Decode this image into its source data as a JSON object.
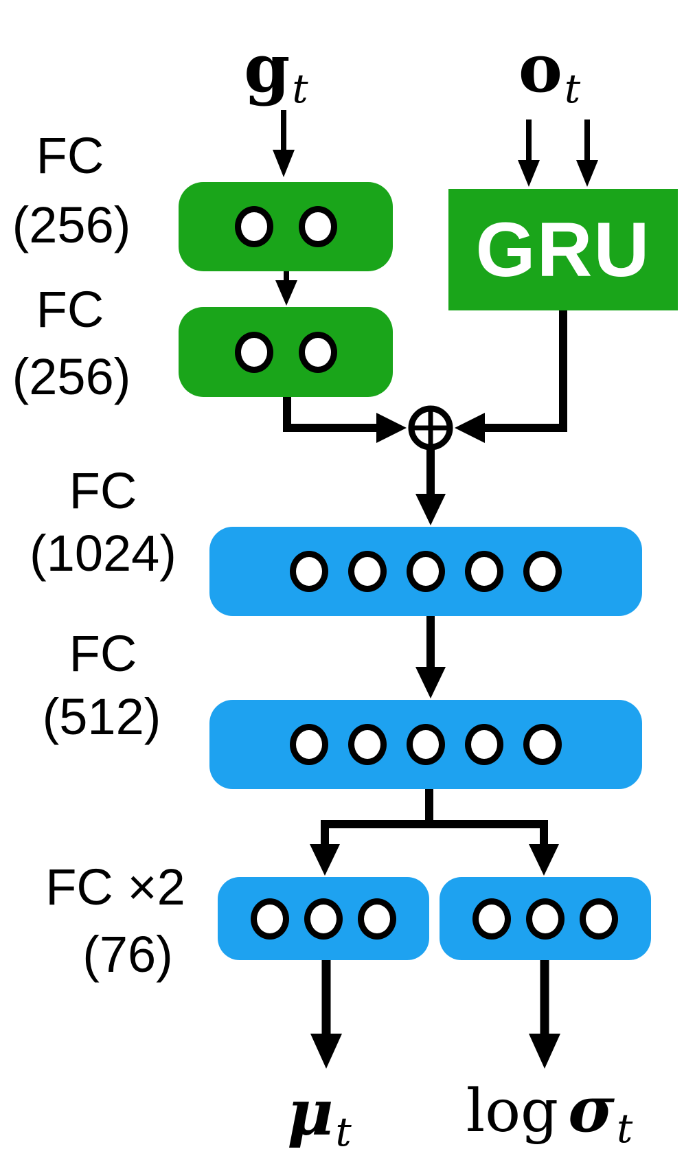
{
  "diagram": {
    "title_implicit": "",
    "inputs": {
      "left": {
        "base": "g",
        "sub": "t"
      },
      "right": {
        "base": "o",
        "sub": "t"
      }
    },
    "outputs": {
      "left": {
        "prefix": "",
        "base": "μ",
        "sub": "t"
      },
      "right": {
        "prefix": "log",
        "base": "σ",
        "sub": "t"
      }
    },
    "side_labels": [
      {
        "line1": "FC",
        "line2": "(256)"
      },
      {
        "line1": "FC",
        "line2": "(256)"
      },
      {
        "line1": "FC",
        "line2": "(1024)"
      },
      {
        "line1": "FC",
        "line2": "(512)"
      },
      {
        "line1": "FC ×2",
        "line2": "(76)"
      }
    ],
    "nodes": {
      "fc256_a": {
        "type": "fully-connected",
        "units_label": "256",
        "circles_drawn": 2
      },
      "fc256_b": {
        "type": "fully-connected",
        "units_label": "256",
        "circles_drawn": 2
      },
      "gru": {
        "type": "recurrent",
        "label": "GRU"
      },
      "fc1024": {
        "type": "fully-connected",
        "units_label": "1024",
        "circles_drawn": 5
      },
      "fc512": {
        "type": "fully-connected",
        "units_label": "512",
        "circles_drawn": 5
      },
      "fc76_mu": {
        "type": "fully-connected",
        "units_label": "76",
        "circles_drawn": 3
      },
      "fc76_sig": {
        "type": "fully-connected",
        "units_label": "76",
        "circles_drawn": 3
      }
    },
    "merge": {
      "symbol": "⊕"
    },
    "colors": {
      "green": "#1aa51a",
      "blue": "#1ea2f0",
      "stroke": "#000000",
      "circle_fill": "#ffffff",
      "gru_text": "#ffffff"
    }
  }
}
